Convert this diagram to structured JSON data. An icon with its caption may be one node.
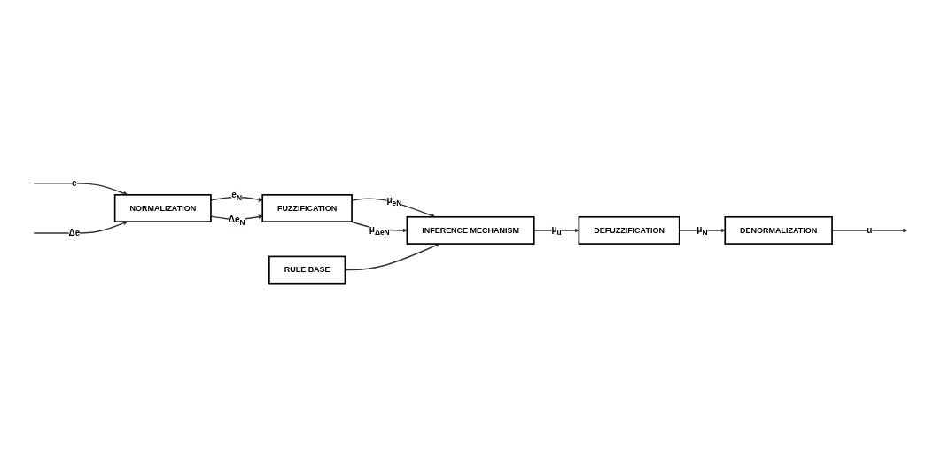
{
  "diagram": {
    "nodes": [
      {
        "text": [
          "NORMALIZATION"
        ]
      },
      {
        "text": [
          "FUZZIFICATION"
        ]
      },
      {
        "text": [
          "RULE BASE"
        ]
      },
      {
        "text": [
          "INFERENCE MECHANISM"
        ]
      },
      {
        "text": [
          "DEFUZZIFICATION"
        ]
      },
      {
        "text": [
          "DENORMALIZATION"
        ]
      }
    ],
    "edges": [
      {
        "from": null,
        "to": 0,
        "arrow": "to",
        "label": "e"
      },
      {
        "from": null,
        "to": 0,
        "arrow": "to",
        "label": "Δe"
      },
      {
        "from": 0,
        "to": 1,
        "arrow": "to",
        "label": "e$_{N}$"
      },
      {
        "from": 0,
        "to": 1,
        "arrow": "to",
        "label": "Δe$_{N}$"
      },
      {
        "from": 1,
        "to": 3,
        "arrow": "to",
        "label": "μ$_{eN}$"
      },
      {
        "from": 1,
        "to": 3,
        "arrow": "to",
        "label": "μ$_{ΔeN}$"
      },
      {
        "from": 2,
        "to": 3,
        "arrow": "to"
      },
      {
        "from": 3,
        "to": 4,
        "arrow": "to",
        "label": "μ$_{u}$"
      },
      {
        "from": 4,
        "to": 5,
        "arrow": "to",
        "label": "μ$_{N}$"
      },
      {
        "from": 5,
        "to": null,
        "arrow": "to",
        "label": "u"
      }
    ]
  }
}
